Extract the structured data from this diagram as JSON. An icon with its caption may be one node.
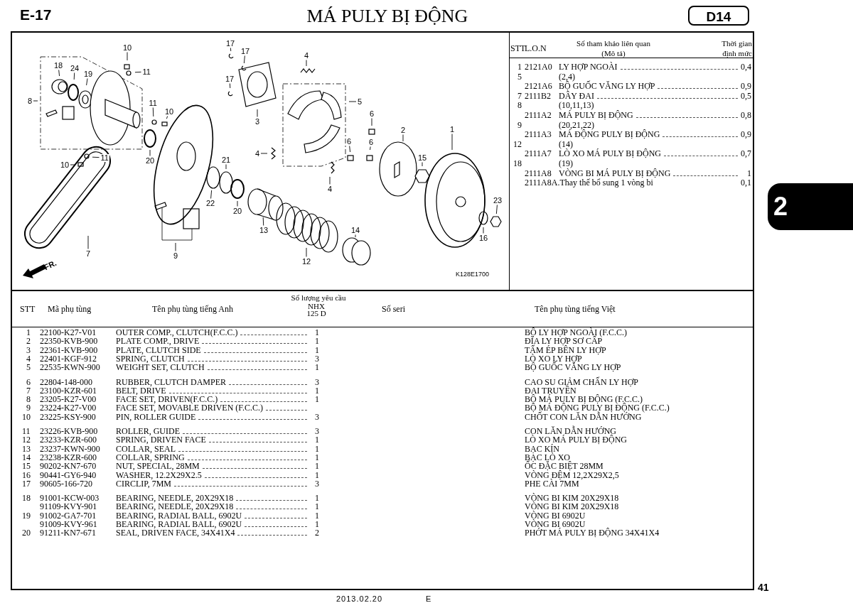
{
  "diagram": {
    "title": "MÁ PULY BỊ ĐỘNG",
    "nodes": [
      {
        "text": [
          "10"
        ]
      },
      {
        "text": [
          "11"
        ]
      },
      {
        "text": [
          "18"
        ]
      },
      {
        "text": [
          "24"
        ]
      },
      {
        "text": [
          "19"
        ]
      },
      {
        "text": [
          "8"
        ]
      },
      {
        "text": [
          "11"
        ]
      },
      {
        "text": [
          "10"
        ]
      },
      {
        "text": [
          "11"
        ]
      },
      {
        "text": [
          "10"
        ]
      },
      {
        "text": [
          "20"
        ]
      },
      {
        "text": [
          "21"
        ]
      },
      {
        "text": [
          "22"
        ]
      },
      {
        "text": [
          "20"
        ]
      },
      {
        "text": [
          "7"
        ]
      },
      {
        "text": [
          "9"
        ]
      },
      {
        "text": [
          "17"
        ]
      },
      {
        "text": [
          "17"
        ]
      },
      {
        "text": [
          "17"
        ]
      },
      {
        "text": [
          "3"
        ]
      },
      {
        "text": [
          "4"
        ]
      },
      {
        "text": [
          "5"
        ]
      },
      {
        "text": [
          "4"
        ]
      },
      {
        "text": [
          "6"
        ]
      },
      {
        "text": [
          "6"
        ]
      },
      {
        "text": [
          "6"
        ]
      },
      {
        "text": [
          "2"
        ]
      },
      {
        "text": [
          "15"
        ]
      },
      {
        "text": [
          "1"
        ]
      },
      {
        "text": [
          "4"
        ]
      },
      {
        "text": [
          "13"
        ]
      },
      {
        "text": [
          "12"
        ]
      },
      {
        "text": [
          "14"
        ]
      },
      {
        "text": [
          "23"
        ]
      },
      {
        "text": [
          "16"
        ]
      }
    ],
    "edges": [
      {
        "from": 0,
        "to": null,
        "arrow": "none"
      },
      {
        "from": 1,
        "to": null,
        "arrow": "none"
      },
      {
        "from": 2,
        "to": null,
        "arrow": "none"
      },
      {
        "from": 3,
        "to": null,
        "arrow": "none"
      },
      {
        "from": 4,
        "to": null,
        "arrow": "none"
      },
      {
        "from": 5,
        "to": null,
        "arrow": "none"
      },
      {
        "from": 6,
        "to": null,
        "arrow": "none"
      },
      {
        "from": 7,
        "to": null,
        "arrow": "none"
      },
      {
        "from": 8,
        "to": null,
        "arrow": "none"
      },
      {
        "from": 9,
        "to": null,
        "arrow": "none"
      },
      {
        "from": 10,
        "to": null,
        "arrow": "none"
      },
      {
        "from": 11,
        "to": null,
        "arrow": "none"
      },
      {
        "from": 12,
        "to": null,
        "arrow": "none"
      },
      {
        "from": 13,
        "to": null,
        "arrow": "none"
      },
      {
        "from": 14,
        "to": null,
        "arrow": "none"
      },
      {
        "from": 15,
        "to": null,
        "arrow": "none"
      },
      {
        "from": 16,
        "to": null,
        "arrow": "none"
      },
      {
        "from": 17,
        "to": null,
        "arrow": "none"
      },
      {
        "from": 18,
        "to": null,
        "arrow": "none"
      },
      {
        "from": 19,
        "to": null,
        "arrow": "none"
      },
      {
        "from": 20,
        "to": null,
        "arrow": "none"
      },
      {
        "from": 21,
        "to": null,
        "arrow": "none"
      },
      {
        "from": 22,
        "to": null,
        "arrow": "none"
      },
      {
        "from": 23,
        "to": null,
        "arrow": "none"
      },
      {
        "from": 24,
        "to": null,
        "arrow": "none"
      },
      {
        "from": 25,
        "to": null,
        "arrow": "none"
      },
      {
        "from": 26,
        "to": null,
        "arrow": "none"
      },
      {
        "from": 27,
        "to": null,
        "arrow": "none"
      },
      {
        "from": 28,
        "to": null,
        "arrow": "none"
      },
      {
        "from": 29,
        "to": null,
        "arrow": "none"
      },
      {
        "from": 30,
        "to": null,
        "arrow": "none"
      },
      {
        "from": 31,
        "to": null,
        "arrow": "none"
      },
      {
        "from": 32,
        "to": null,
        "arrow": "none"
      },
      {
        "from": 33,
        "to": null,
        "arrow": "none"
      },
      {
        "from": 34,
        "to": null,
        "arrow": "none"
      }
    ],
    "labels": [
      "E-17",
      "D14",
      "FR.",
      "K128E1700",
      "STT",
      "L.O.N",
      "Số tham khảo liên quan (Mô tả)",
      "Thời gian định mức",
      "1",
      "2121A0",
      "LY HỢP NGOÀI",
      "0,4",
      "5",
      "(2,4)",
      "2121A6",
      "BỘ GUỐC VĂNG LY HỢP",
      "0,9",
      "7",
      "2111B2",
      "DÂY ĐAI",
      "0,5",
      "8",
      "(10,11,13)",
      "2111A2",
      "MÁ PULY BỊ ĐỘNG",
      "0,8",
      "9",
      "(20,21,22)",
      "2111A3",
      "MÁ ĐỘNG PULY BỊ ĐỘNG",
      "0,9",
      "12",
      "(14)",
      "2111A7",
      "LÒ XO MÁ PULY BỊ ĐỘNG",
      "0,7",
      "18",
      "(19)",
      "2111A8",
      "VÒNG BI MÁ PULY BỊ ĐỘNG",
      "1",
      "2111A8A.Thay thế bổ sung 1 vòng bi",
      "0,1",
      "2",
      "STT",
      "Mã phụ tùng",
      "Tên phụ tùng tiếng Anh",
      "Số lượng yêu cầu",
      "NHX 125 D",
      "Số seri",
      "Tên phụ tùng tiếng Việt",
      "1",
      "22100-K27-V01",
      "OUTER COMP., CLUTCH(F.C.C.)",
      "1",
      "BỘ LY HỢP NGOÀI (F.C.C.)",
      "2",
      "22350-KVB-900",
      "PLATE COMP., DRIVE",
      "1",
      "ĐĨA LY HỢP SƠ CẤP",
      "3",
      "22361-KVB-900",
      "PLATE, CLUTCH SIDE",
      "1",
      "TẤM ÉP BÊN LY HỢP",
      "4",
      "22401-KGF-912",
      "SPRING, CLUTCH",
      "3",
      "LÒ XO LY HỢP",
      "5",
      "22535-KWN-900",
      "WEIGHT SET, CLUTCH",
      "1",
      "BỘ GUỐC VĂNG LY HỢP",
      "6",
      "22804-148-000",
      "RUBBER, CLUTCH DAMPER",
      "3",
      "CAO SU GIẢM CHẤN LY HỢP",
      "7",
      "23100-KZR-601",
      "BELT, DRIVE",
      "1",
      "ĐAI TRUYỀN",
      "8",
      "23205-K27-V00",
      "FACE SET, DRIVEN(F.C.C.)",
      "1",
      "BỘ MÁ PULY BỊ ĐỘNG (F.C.C.)",
      "9",
      "23224-K27-V00",
      "FACE SET, MOVABLE DRIVEN (F.C.C.)",
      "BỘ MÁ ĐỘNG PULY BỊ ĐỘNG (F.C.C.)",
      "10",
      "23225-KSY-900",
      "PIN, ROLLER GUIDE",
      "3",
      "CHỐT CON LĂN DẪN HƯỚNG",
      "11",
      "23226-KVB-900",
      "ROLLER, GUIDE",
      "3",
      "CON LĂN DẪN HƯỚNG",
      "12",
      "23233-KZR-600",
      "SPRING, DRIVEN FACE",
      "1",
      "LÒ XO MÁ PULY BỊ ĐỘNG",
      "13",
      "23237-KWN-900",
      "COLLAR, SEAL",
      "1",
      "BẠC KÍN",
      "14",
      "23238-KZR-600",
      "COLLAR, SPRING",
      "1",
      "BẠC LÒ XO",
      "15",
      "90202-KN7-670",
      "NUT, SPECIAL, 28MM",
      "1",
      "ỐC ĐẶC BIỆT 28MM",
      "16",
      "90441-GY6-940",
      "WASHER, 12.2X29X2.5",
      "1",
      "VÒNG ĐỆM 12,2X29X2,5",
      "17",
      "90605-166-720",
      "CIRCLIP, 7MM",
      "3",
      "PHE CÀI 7MM",
      "18",
      "91001-KCW-003",
      "BEARING, NEEDLE, 20X29X18",
      "1",
      "VÒNG BI KIM 20X29X18",
      "91109-KVY-901",
      "BEARING, NEEDLE, 20X29X18",
      "1",
      "VÒNG BI KIM 20X29X18",
      "19",
      "91002-GA7-701",
      "BEARING, RADIAL BALL, 6902U",
      "1",
      "VÒNG BI 6902U",
      "91009-KVY-961",
      "BEARING, RADIAL BALL, 6902U",
      "1",
      "VÒNG BI 6902U",
      "20",
      "91211-KN7-671",
      "SEAL, DRIVEN FACE, 34X41X4",
      "2",
      "PHỚT MÁ PULY BỊ ĐỘNG 34X41X4",
      "41",
      "2013.02.20",
      "E"
    ]
  }
}
